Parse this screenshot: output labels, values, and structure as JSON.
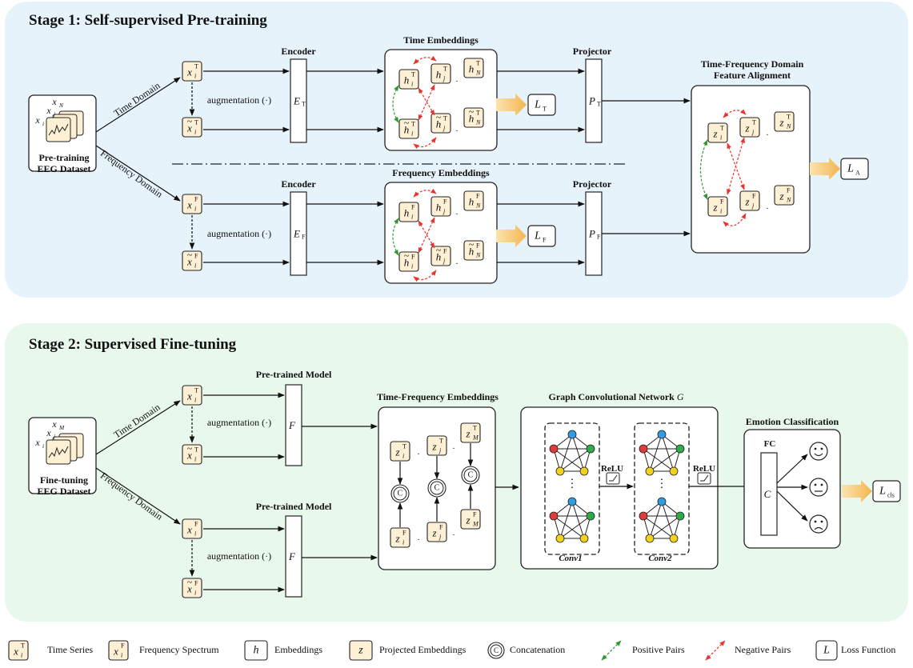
{
  "stage1": {
    "title": "Stage 1: Self-supervised Pre-training",
    "dataset": "Pre-training EEG Dataset",
    "time_domain": "Time Domain",
    "frequency_domain": "Frequency Domain",
    "augmentation": "augmentation (·)",
    "encoder": "Encoder",
    "time_embeddings": "Time Embeddings",
    "frequency_embeddings": "Frequency Embeddings",
    "projector": "Projector",
    "alignment": "Time-Frequency Domain Feature Alignment",
    "encoder_time": "E_T",
    "encoder_freq": "E_F",
    "projector_time": "P_T",
    "projector_freq": "P_F",
    "loss_time": "L_T",
    "loss_freq": "L_F",
    "loss_align": "L_A"
  },
  "stage2": {
    "title": "Stage 2: Supervised Fine-tuning",
    "dataset": "Fine-tuning EEG Dataset",
    "time_domain": "Time Domain",
    "frequency_domain": "Frequency Domain",
    "augmentation": "augmentation (·)",
    "pretrained_model": "Pre-trained Model",
    "model_symbol": "F",
    "tf_embeddings": "Time-Frequency Embeddings",
    "gcn": "Graph Convolutional Network",
    "gcn_symbol": "G",
    "relu": "ReLU",
    "conv1": "Conv1",
    "conv2": "Conv2",
    "emotion": "Emotion Classification",
    "fc": "FC",
    "classifier_symbol": "C",
    "loss_cls": "L_cls"
  },
  "legend": [
    {
      "symbol": "x_i^T",
      "label": "Time Series"
    },
    {
      "symbol": "x_i^F",
      "label": "Frequency Spectrum"
    },
    {
      "symbol": "h",
      "label": "Embeddings"
    },
    {
      "symbol": "z",
      "label": "Projected Embeddings"
    },
    {
      "symbol": "concat",
      "label": "Concatenation"
    },
    {
      "symbol": "pos",
      "label": "Positive Pairs"
    },
    {
      "symbol": "neg",
      "label": "Negative Pairs"
    },
    {
      "symbol": "L",
      "label": "Loss Function"
    }
  ],
  "colors": {
    "stage1_bg": "#e6f3fb",
    "stage2_bg": "#e9f8ec",
    "node_fill": "#fdf0d5",
    "positive": "#2e9b2e",
    "negative": "#e8342f",
    "loss_arrow": "#f6c46e",
    "graph_blue": "#2d9ee0",
    "graph_green": "#2eaa4a",
    "graph_red": "#e03a3a",
    "graph_yellow": "#f2d21e"
  }
}
